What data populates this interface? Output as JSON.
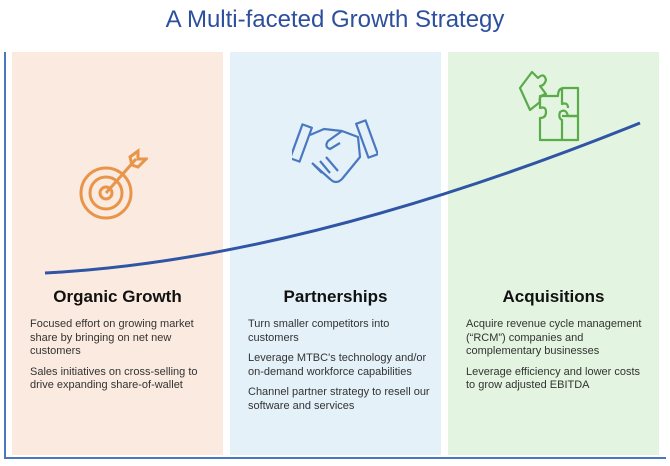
{
  "title": "A Multi-faceted Growth Strategy",
  "columns": [
    {
      "heading": "Organic Growth",
      "icon": "target-icon",
      "color": "#e8954a",
      "bullets": [
        "Focused effort on growing market share by bringing on net new customers",
        "Sales initiatives on cross-selling to drive expanding share-of-wallet"
      ]
    },
    {
      "heading": "Partnerships",
      "icon": "handshake-icon",
      "color": "#4a78c0",
      "bullets": [
        "Turn smaller competitors into customers",
        "Leverage MTBC's technology and/or on-demand workforce capabilities",
        "Channel partner strategy to resell our software and services"
      ]
    },
    {
      "heading": "Acquisitions",
      "icon": "puzzle-icon",
      "color": "#5aab4a",
      "bullets": [
        "Acquire revenue cycle management (“RCM”) companies and complementary businesses",
        "Leverage efficiency and lower costs to grow adjusted EBITDA"
      ]
    }
  ]
}
